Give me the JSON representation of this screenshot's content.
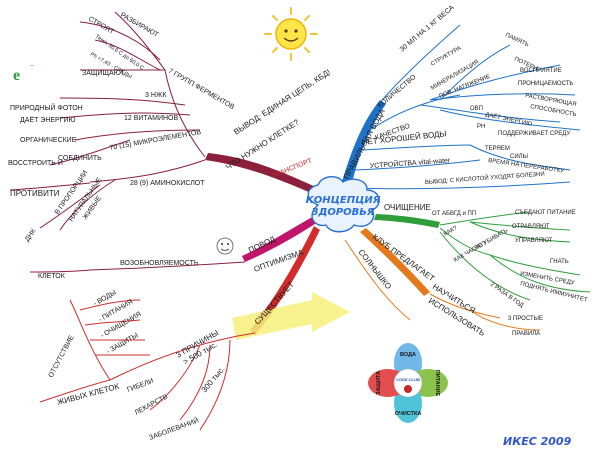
{
  "center": {
    "line1": "КОНЦЕПЦИЯ",
    "line2": "ЗДОРОВЬЯ"
  },
  "signature": "ИКЕС 2009",
  "nw": {
    "main": "ЧТО НУЖНО КЛЕТКЕ?",
    "conclusion": "ВЫВОД: ЕДИНАЯ ЦЕПЬ, КБД!",
    "transport": "ТРАНСПОРТ",
    "enzymes": "7 ГРУПП ФЕРМЕНТОВ",
    "destroys": "РАЗБИРАЮТ",
    "builds": "СТРОЯТ",
    "temp": "Темп. 36,6 С до 60,0 С",
    "ph": "Ph =7,43 - СРЕДЫ",
    "nzhk": "3 НЖК",
    "protects": "ЗАЩИЩАЮТ",
    "e_sym": "e",
    "vitamins": "12 ВИТАМИНОВ",
    "photon": "ПРИРОДНЫЙ ФОТОН",
    "energy": "ДАЁТ ЭНЕРГИЮ",
    "micro": "70 (15) МИКРОЭЛЕМЕНТОВ",
    "organic": "ОРГАНИЧЕСКИЕ",
    "restore": "ВОССТРОИТЬ И",
    "connect": "СОЕДИНИТЬ",
    "amino": "28 (9) АМИНОКИСЛОТ",
    "against": "ПРОТИВИТИ",
    "proportion": "В ПРОПОРЦИИ",
    "natural": "НАТУРАЛЬНЫЕ",
    "live": "ЖИВЫЕ",
    "dnk": "ДНК"
  },
  "ne": {
    "main": "ПРАВИЛЬНАЯ ВОДА",
    "quantity": "КОЛИЧЕСТВО",
    "norm": "30 МЛ НА 1 КГ ВЕСА",
    "quality": "КАЧЕСТВО",
    "structure": "СТРУКТУРА",
    "memory": "ПАМЯТЬ",
    "mineral": "МИНЕРАЛИЗАЦИЯ",
    "surface": "ПОВ. НАТЯЖЕНИЕ",
    "losses": "ПОТЕРИ",
    "perception": "ВОСПРИЯТИЕ",
    "penetration": "ПРОНИЦАЕМОСТЬ",
    "dissolving": "РАСТВОРЯЮЩАЯ",
    "ability": "СПОСОБНОСТЬ",
    "orp": "ОВП",
    "energy": "ДАЁТ ЭНЕРГИЮ",
    "ph": "PH",
    "medium": "ПОДДЕРЖИВАЕТ СРЕДУ",
    "no_water": "НЕТ ХОРОШЕЙ ВОДЫ",
    "lose": "ТЕРЯЕМ",
    "forces": "СИЛЫ",
    "time": "ВРЕМЯ НА ПЕРЕРАБОТКУ",
    "device": "УСТРОЙСТВА vital-water",
    "outcome": "ВЫВОД: С КИСЛОТОЙ УХОДЯТ БОЛЕЗНИ"
  },
  "e": {
    "main": "ОЧИЩЕНИЕ",
    "from": "ОТ АБВГД и ПП",
    "eats": "СЪЕДАЮТ ПИТАНИЕ",
    "poison": "ОТРАВЛЯЮТ",
    "govern": "УПРАВЛЯЮТ",
    "how": "КАК?",
    "dont_kill": "НЕ УБИВАТЬ",
    "drive": "ГНАТЬ",
    "change_env": "ИЗМЕНИТЬ СРЕДУ",
    "raise_imm": "ПОДНЯТЬ ИММУНИТЕТ",
    "how_often": "КАК ЧАСТО?",
    "twice_year": "2 РАЗА В ГОД"
  },
  "se": {
    "club": "КЛУБ ПРЕДЛАГАЕТ",
    "learn": "НАУЧИТЬСЯ",
    "use": "ИСПОЛЬЗОВАТЬ",
    "simple": "3 ПРОСТЫЕ",
    "rules": "ПРАВИЛА",
    "sun": "СОЛНЫШКО"
  },
  "w": {
    "reason": "ПОВОД",
    "optimism": "ОПТИМИЗМА",
    "recover": "ВОЗОБНОВЛЯЕМОСТЬ",
    "cells": "КЛЕТОК"
  },
  "sw": {
    "exists": "СУЩЕСТВУЕТ",
    "reasons": "3 ПРИЧИНЫ",
    "water": "- ВОДЫ",
    "nutrition": "- ПИТАНИЯ",
    "cleansing": "- ОЧИЩЕНИЯ",
    "protection": "- ЗАЩИТЫ",
    "absence": "ОТСУТСТВИЕ",
    "living_cells": "ЖИВЫХ КЛЕТОК",
    "death": "ГИБЕЛИ",
    "over500": "> 500 тыс.",
    "drugs": "ЛЕКАРСТВ",
    "three00": "300 тыс.",
    "diseases": "ЗАБОЛЕВАНИЙ"
  },
  "emblem": {
    "water": "ВОДА",
    "nutrition": "ПИТАНИЕ",
    "cleansing": "ОЧИСТКА",
    "protection": "ЗАЩИТА",
    "club": "CODE.CLUB"
  }
}
